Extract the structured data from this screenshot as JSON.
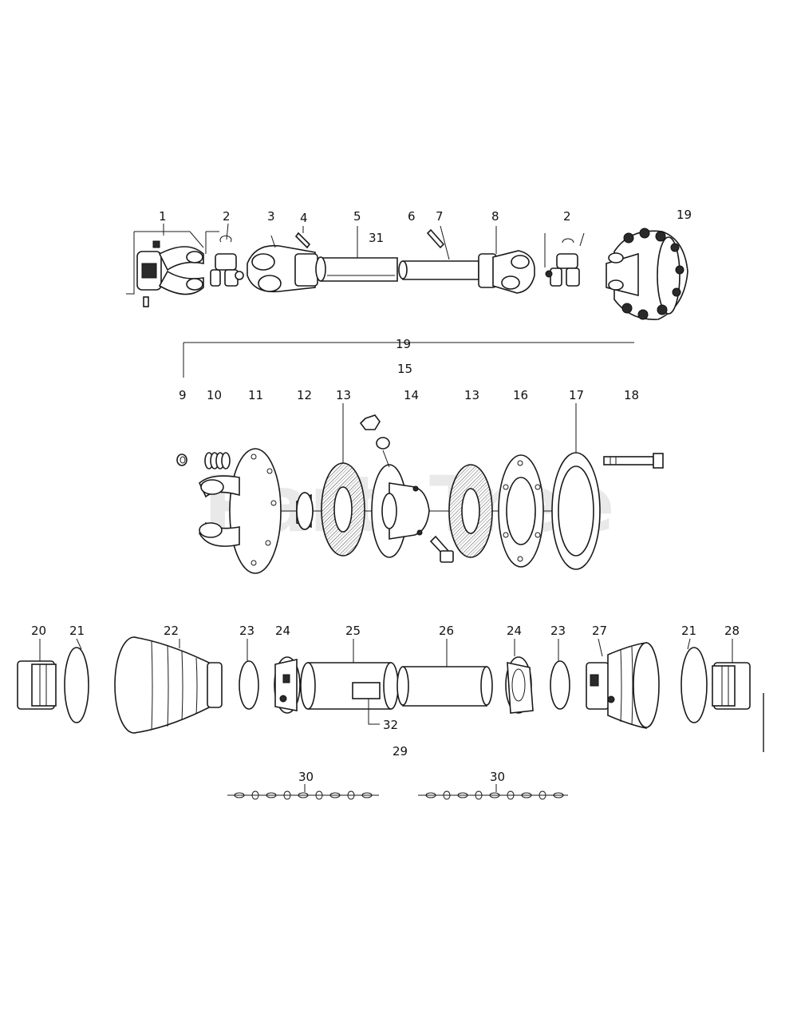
{
  "watermark": "PartsTree",
  "labels": {
    "top": [
      "1",
      "2",
      "3",
      "4",
      "5",
      "6",
      "7",
      "2",
      "19",
      "31",
      "8"
    ],
    "bracket": "19",
    "l15": "15",
    "middle": [
      "9",
      "10",
      "11",
      "12",
      "13",
      "14",
      "13",
      "16",
      "17",
      "18"
    ],
    "bottom": [
      "20",
      "21",
      "22",
      "23",
      "24",
      "25",
      "26",
      "24",
      "23",
      "27",
      "21",
      "28"
    ],
    "l32": "32",
    "l29": "29",
    "chain": [
      "30",
      "30"
    ]
  }
}
